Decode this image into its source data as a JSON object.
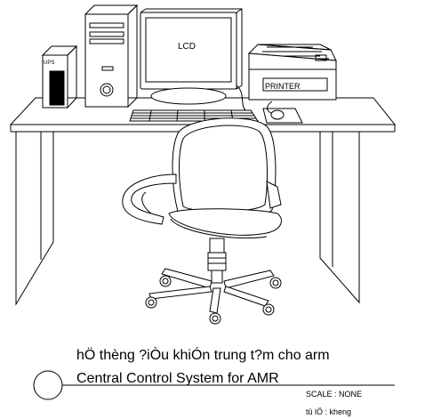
{
  "drawing": {
    "devices": {
      "monitor_label": "LCD",
      "printer_label": "PRINTER",
      "ups_label": "UPS"
    },
    "title_block": {
      "title_local": "hÖ thèng ?iÒu khiÓn trung t?m cho arm",
      "title_en": "Central Control System for AMR",
      "scale_text": "SCALE : NONE",
      "ratio_text": "tû lÖ : kheng"
    }
  }
}
